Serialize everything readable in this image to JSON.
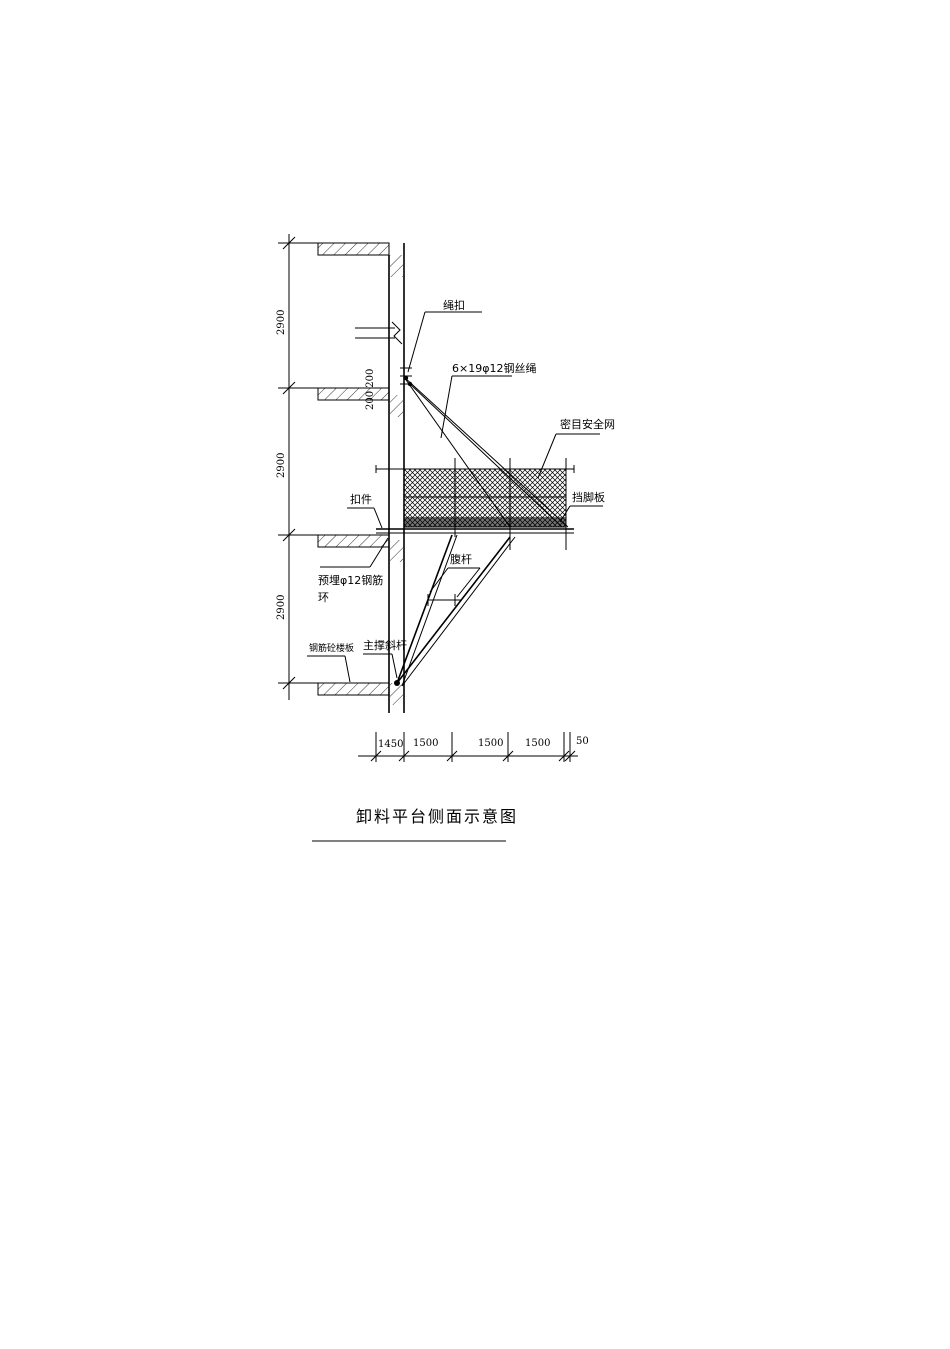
{
  "diagram": {
    "title": "卸料平台侧面示意图",
    "labels": {
      "rope_clip": "绳扣",
      "wire_rope": "6×19φ12钢丝绳",
      "safety_net": "密目安全网",
      "toe_board": "挡脚板",
      "fastener": "扣件",
      "embedded_ring_line1": "预埋φ12钢筋",
      "embedded_ring_line2": "环",
      "web_member": "腹杆",
      "rc_floor": "钢筋砼楼板",
      "main_strut": "主撑斜杆"
    },
    "dimensions": {
      "vertical": [
        "2900",
        "2900",
        "2900"
      ],
      "rope_spacing": "200 200",
      "horizontal": [
        "1450",
        "1500",
        "1500",
        "1500",
        "50"
      ]
    }
  }
}
